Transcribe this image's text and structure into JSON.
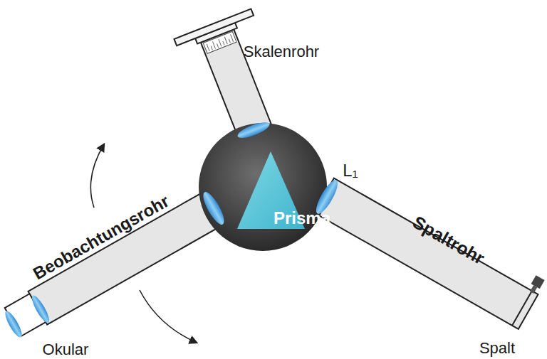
{
  "diagram": {
    "nodes": [
      {
        "text": [
          "Prisma"
        ]
      }
    ],
    "labels": [
      "Skalenrohr",
      "L₁",
      "Beobachtungsrohr",
      "Spaltrohr",
      "Okular",
      "Spalt"
    ]
  }
}
